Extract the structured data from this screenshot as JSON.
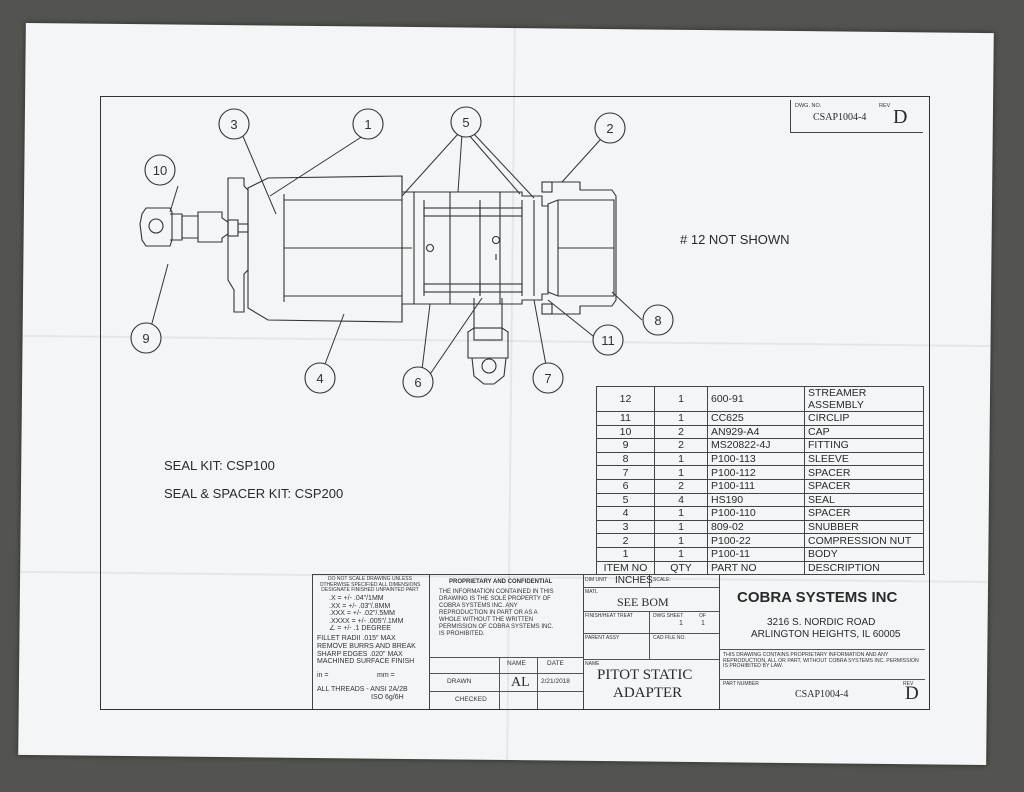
{
  "drawing": {
    "dwg_no_label": "DWG. NO.",
    "dwg_no": "CSAP1004-4",
    "rev_label": "REV",
    "rev": "D",
    "note_not_shown": "# 12 NOT SHOWN",
    "seal_kit": "SEAL KIT:  CSP100",
    "seal_spacer_kit": "SEAL & SPACER KIT:  CSP200",
    "balloons": [
      "1",
      "2",
      "3",
      "4",
      "5",
      "6",
      "7",
      "8",
      "9",
      "10",
      "11"
    ]
  },
  "parts_table": {
    "rows": [
      [
        "12",
        "1",
        "600-91",
        "STREAMER ASSEMBLY"
      ],
      [
        "11",
        "1",
        "CC625",
        "CIRCLIP"
      ],
      [
        "10",
        "2",
        "AN929-A4",
        "CAP"
      ],
      [
        "9",
        "2",
        "MS20822-4J",
        "FITTING"
      ],
      [
        "8",
        "1",
        "P100-113",
        "SLEEVE"
      ],
      [
        "7",
        "1",
        "P100-112",
        "SPACER"
      ],
      [
        "6",
        "2",
        "P100-111",
        "SPACER"
      ],
      [
        "5",
        "4",
        "HS190",
        "SEAL"
      ],
      [
        "4",
        "1",
        "P100-110",
        "SPACER"
      ],
      [
        "3",
        "1",
        "809-02",
        "SNUBBER"
      ],
      [
        "2",
        "1",
        "P100-22",
        "COMPRESSION NUT"
      ],
      [
        "1",
        "1",
        "P100-11",
        "BODY"
      ]
    ],
    "headers": [
      "ITEM NO",
      "QTY",
      "PART NO",
      "DESCRIPTION"
    ]
  },
  "title_block": {
    "do_not_scale": "DO NOT SCALE DRAWING UNLESS OTHERWISE SPECIFIED ALL DIMENSIONS DESIGNATE FINISHED UNPAINTED PART",
    "tolerances": [
      ".X    = +/- .04\"/1MM",
      ".XX   = +/- .03\"/.8MM",
      ".XXX = +/- .02\"/.5MM",
      ".XXXX = +/- .005\"/.1MM",
      "∠    = +/- .1 DEGREE"
    ],
    "fillet": "FILLET RADII .015\" MAX",
    "burrs": "REMOVE BURRS AND BREAK",
    "sharp": "SHARP EDGES .020\" MAX",
    "machined": "MACHINED SURFACE FINISH",
    "in_label": "in =",
    "mm_label": "mm =",
    "threads": "ALL THREADS - ANSI 2A/2B",
    "iso": "ISO 6g/6H",
    "proprietary_heading": "PROPRIETARY AND CONFIDENTIAL",
    "proprietary_text": "THE INFORMATION CONTAINED IN THIS DRAWING IS THE SOLE PROPERTY OF COBRA SYSTEMS INC.  ANY REPRODUCTION IN PART OR AS A WHOLE WITHOUT THE WRITTEN PERMISSION OF COBRA SYSTEMS INC. IS PROHIBITED.",
    "dim_unit_label": "DIM UNIT",
    "dim_unit": "INCHES",
    "scale_label": "SCALE:",
    "matl_label": "MATL",
    "matl": "SEE BOM",
    "finish_label": "FINISH/HEAT TREAT",
    "dwg_sheet_label": "DWG SHEET",
    "of_label": "OF",
    "sheet_no": "1",
    "sheet_of": "1",
    "parent_assy_label": "PARENT ASSY",
    "cad_file_label": "CAD FILE NO.",
    "name_col": "NAME",
    "date_col": "DATE",
    "drawn_label": "DRAWN",
    "drawn_name": "AL",
    "drawn_date": "2/21/2018",
    "checked_label": "CHECKED",
    "name_label": "NAME",
    "title_line1": "PITOT STATIC",
    "title_line2": "ADAPTER",
    "company": "COBRA SYSTEMS INC",
    "address1": "3216 S. NORDIC ROAD",
    "address2": "ARLINGTON HEIGHTS, IL 60005",
    "copyright": "THIS DRAWING CONTAINS PROPRIETARY INFORMATION AND ANY REPRODUCTION, ALL OR PART, WITHOUT COBRA SYSTEMS INC. PERMISSION IS PROHIBITED BY LAW.",
    "part_number_label": "PART NUMBER",
    "part_number": "CSAP1004-4",
    "rev_label": "REV",
    "rev": "D"
  }
}
